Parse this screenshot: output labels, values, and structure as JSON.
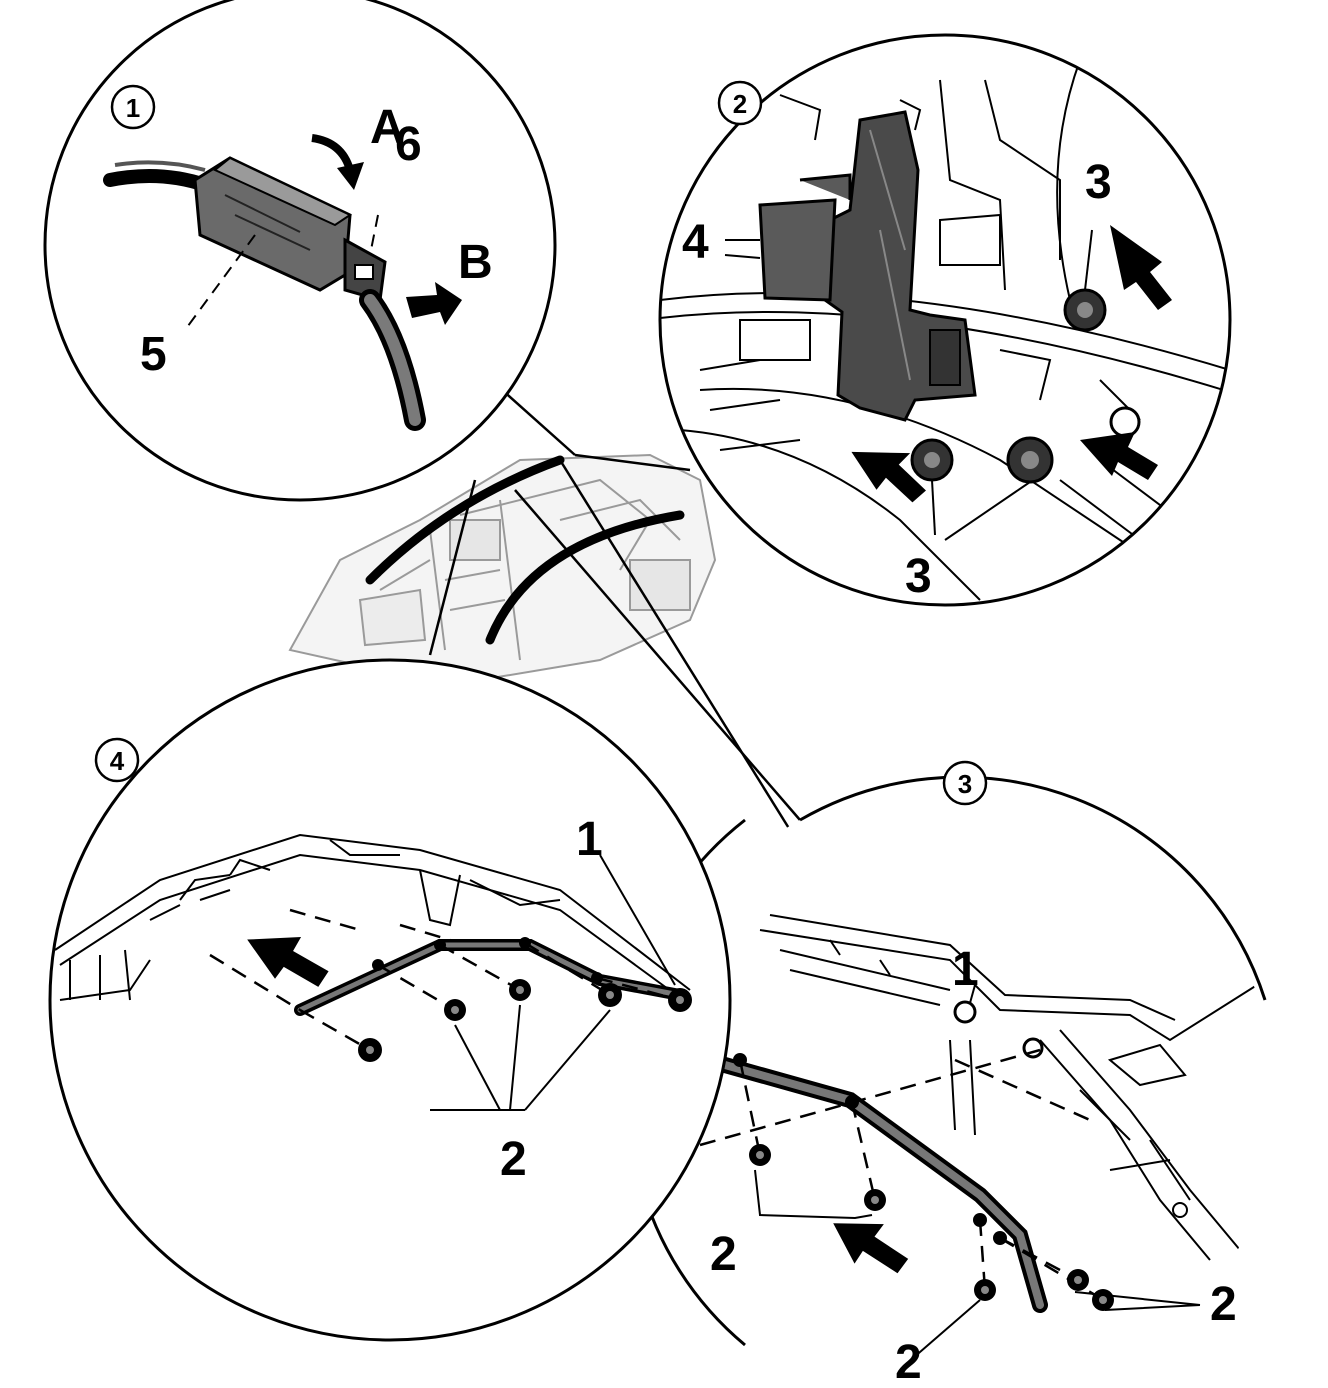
{
  "figure": {
    "detail_badges": [
      "1",
      "2",
      "3",
      "4"
    ],
    "detail1_labels": {
      "a": "A",
      "b": "B",
      "six": "6",
      "five": "5"
    },
    "detail2_labels": {
      "four": "4",
      "three_top": "3",
      "three_bottom": "3"
    },
    "detail3_labels": {
      "one": "1",
      "two_left": "2",
      "two_bottom": "2",
      "two_right": "2"
    },
    "detail4_labels": {
      "one": "1",
      "two": "2"
    }
  },
  "colors": {
    "ink": "#000000",
    "paper": "#ffffff",
    "shade": "#bdbdbd",
    "dark": "#3a3a3a"
  }
}
